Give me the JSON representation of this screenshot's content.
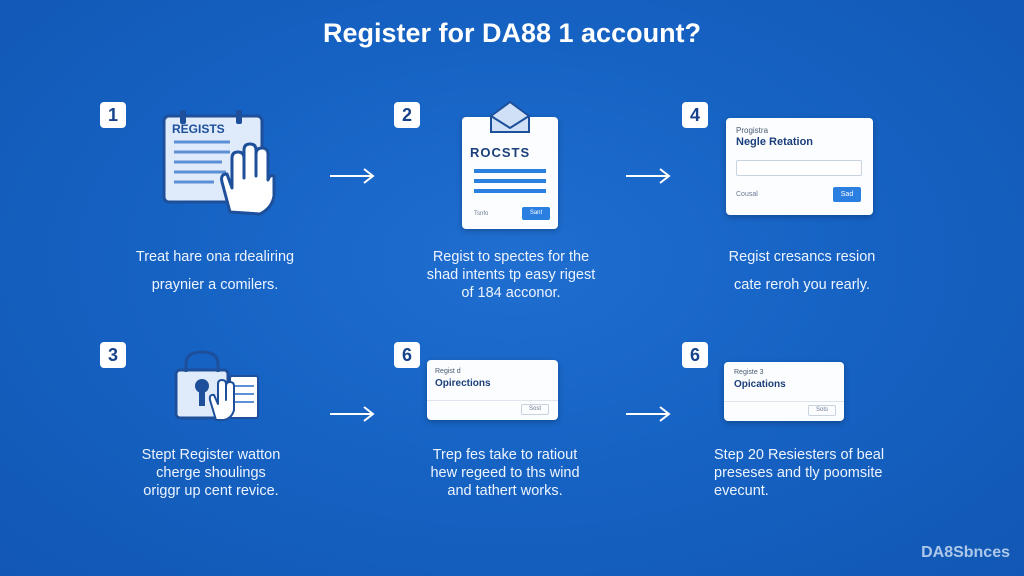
{
  "title": "Register for DA88 1 account?",
  "watermark": "DA8Sbnces",
  "colors": {
    "background": "#1663c4",
    "accent": "#2a7fe0",
    "card": "#fbfdff",
    "card_text": "#1b3f7a"
  },
  "steps": [
    {
      "badge": "1",
      "icon": "register-form-hand-icon",
      "illus_label": "REGISTS",
      "caption_lines": [
        "Treat hare ona rdealiring",
        "praynier a comilers."
      ]
    },
    {
      "badge": "2",
      "icon": "form-envelope-icon",
      "illus_label": "ROCSTS",
      "form_footer_left": "Tsnfo",
      "form_button": "Sant",
      "caption_lines": [
        "Regist to spectes for the",
        "shad intents tp easy rigest",
        "of 184 acconor."
      ]
    },
    {
      "badge": "4",
      "form_small": "Progistra",
      "form_title": "Negle Retation",
      "form_footer_left": "Cousal",
      "form_button": "Sad",
      "caption_lines": [
        "Regist cresancs resion",
        "cate reroh you rearly."
      ]
    },
    {
      "badge": "3",
      "icon": "lock-keyhole-hand-icon",
      "caption_lines": [
        "Stept Register watton",
        "cherge shoulings",
        "origgr up cent revice."
      ]
    },
    {
      "badge": "6",
      "form_small": "Regist d",
      "form_title": "Opirections",
      "form_button": "Sost",
      "caption_lines": [
        "Trep fes take to ratiout",
        "hew regeed to ths wind",
        "and tathert works."
      ]
    },
    {
      "badge": "6",
      "form_small": "Registe 3",
      "form_title": "Opications",
      "form_button": "Sots",
      "caption_lines": [
        "Step 20 Resiesters of beal",
        "preseses and tly poomsite",
        "evecunt."
      ]
    }
  ]
}
